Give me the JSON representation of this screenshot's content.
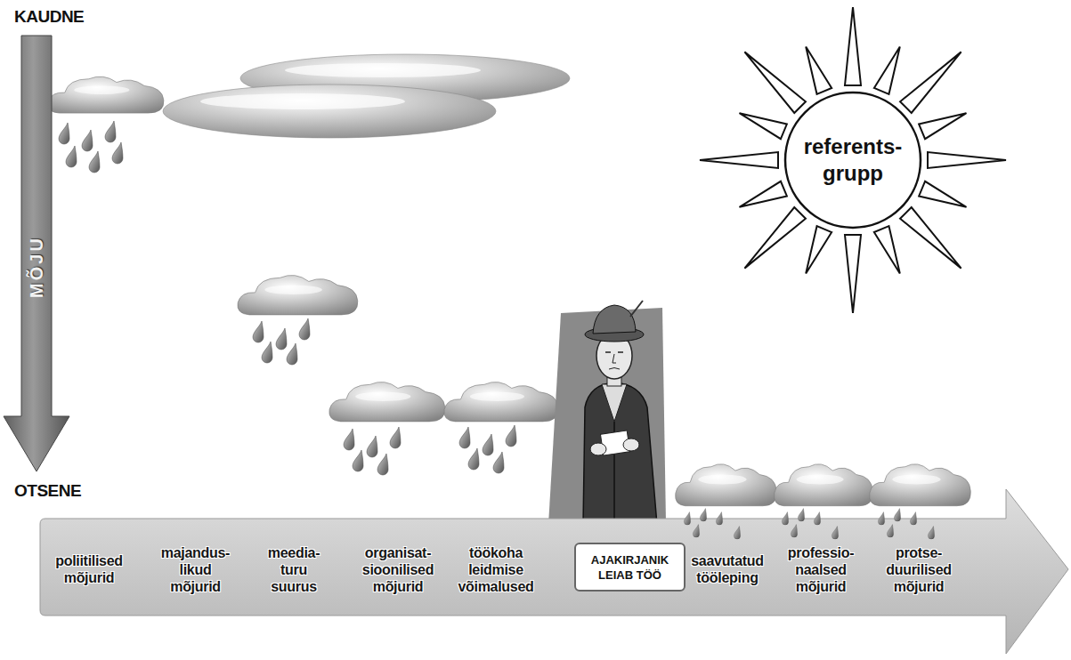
{
  "diagram": {
    "nodes": [
      {
        "text": [
          "MÕJU"
        ]
      },
      {
        "text": [
          "referents- grupp"
        ]
      },
      {
        "text": [
          "poliitilised mõjurid",
          "majandus- likud mõjurid",
          "meedia- turu suurus",
          "organisat- sioonilised mõjurid",
          "töökoha leidmise võimalused",
          "saavutatud tööleping",
          "professio- naalsed mõjurid",
          "protse- duurilised mõjurid"
        ]
      },
      {
        "text": [
          "AJAKIRJANIK LEIAB TÖÖ"
        ],
        "in": 2
      }
    ],
    "labels": [
      "KAUDNE",
      "OTSENE"
    ]
  }
}
